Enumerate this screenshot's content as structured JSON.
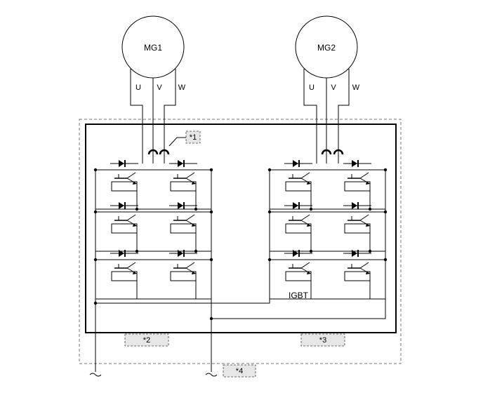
{
  "motors": [
    {
      "name": "MG1",
      "phases": [
        "U",
        "V",
        "W"
      ]
    },
    {
      "name": "MG2",
      "phases": [
        "U",
        "V",
        "W"
      ]
    }
  ],
  "labels": {
    "igbt": "IGBT"
  },
  "callouts": {
    "c1": "*1",
    "c2": "*2",
    "c3": "*3",
    "c4": "*4"
  }
}
